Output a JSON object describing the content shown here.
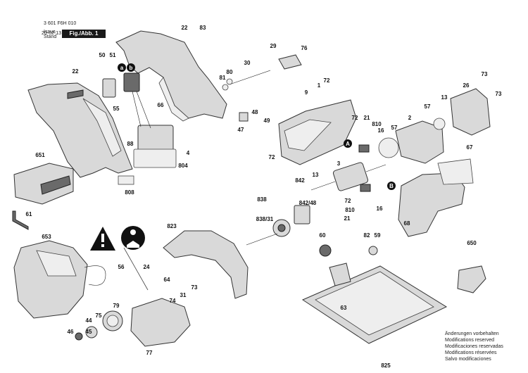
{
  "header": {
    "doc_number": "3 601 F6H 010",
    "issue_label": "Issue",
    "stand_label": "Stand",
    "date": "20-02-13",
    "figure": "Fig./Abb. 1"
  },
  "callouts": [
    "22",
    "83",
    "29",
    "76",
    "50",
    "51",
    "30",
    "81",
    "80",
    "72",
    "73",
    "26",
    "73",
    "22",
    "55",
    "66",
    "9",
    "1",
    "13",
    "57",
    "72",
    "21",
    "810",
    "48",
    "16",
    "2",
    "47",
    "49",
    "57",
    "88",
    "4",
    "72",
    "804",
    "651",
    "808",
    "67",
    "842",
    "13",
    "3",
    "72",
    "838",
    "842/48",
    "16",
    "810",
    "61",
    "21",
    "838/31",
    "823",
    "60",
    "82",
    "59",
    "653",
    "68",
    "650",
    "56",
    "24",
    "64",
    "73",
    "31",
    "74",
    "79",
    "75",
    "44",
    "63",
    "45",
    "46",
    "77",
    "825"
  ],
  "markers": [
    "a",
    "b",
    "A",
    "B"
  ],
  "footnotes": [
    "Änderungen vorbehalten",
    "Modifications reserved",
    "Modificaciones reservadas",
    "Modifications réservées",
    "Salvo modificaciones"
  ],
  "symbols": [
    "warning-icon",
    "read-manual-icon"
  ]
}
